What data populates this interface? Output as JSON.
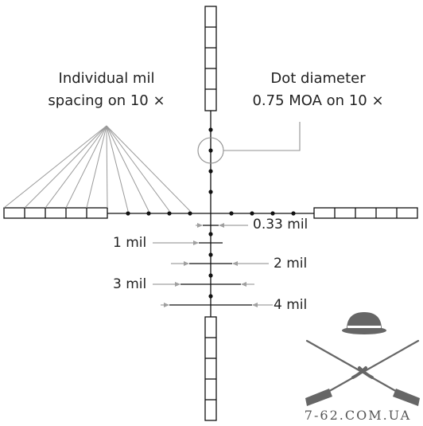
{
  "callouts": {
    "mil_spacing_line1": "Individual mil",
    "mil_spacing_line2": "spacing on 10 ×",
    "dot_diameter_line1": "Dot diameter",
    "dot_diameter_line2": "0.75 MOA on 10 ×"
  },
  "holdover_labels": {
    "mil_033": "0.33 mil",
    "mil_1": "1 mil",
    "mil_2": "2 mil",
    "mil_3": "3 mil",
    "mil_4": "4 mil"
  },
  "watermark": "7-62.COM.UA",
  "colors": {
    "line": "#111111",
    "bar_fill": "#ffffff",
    "arrow": "#a0a0a0",
    "leader": "#909090",
    "logo": "#666666"
  }
}
